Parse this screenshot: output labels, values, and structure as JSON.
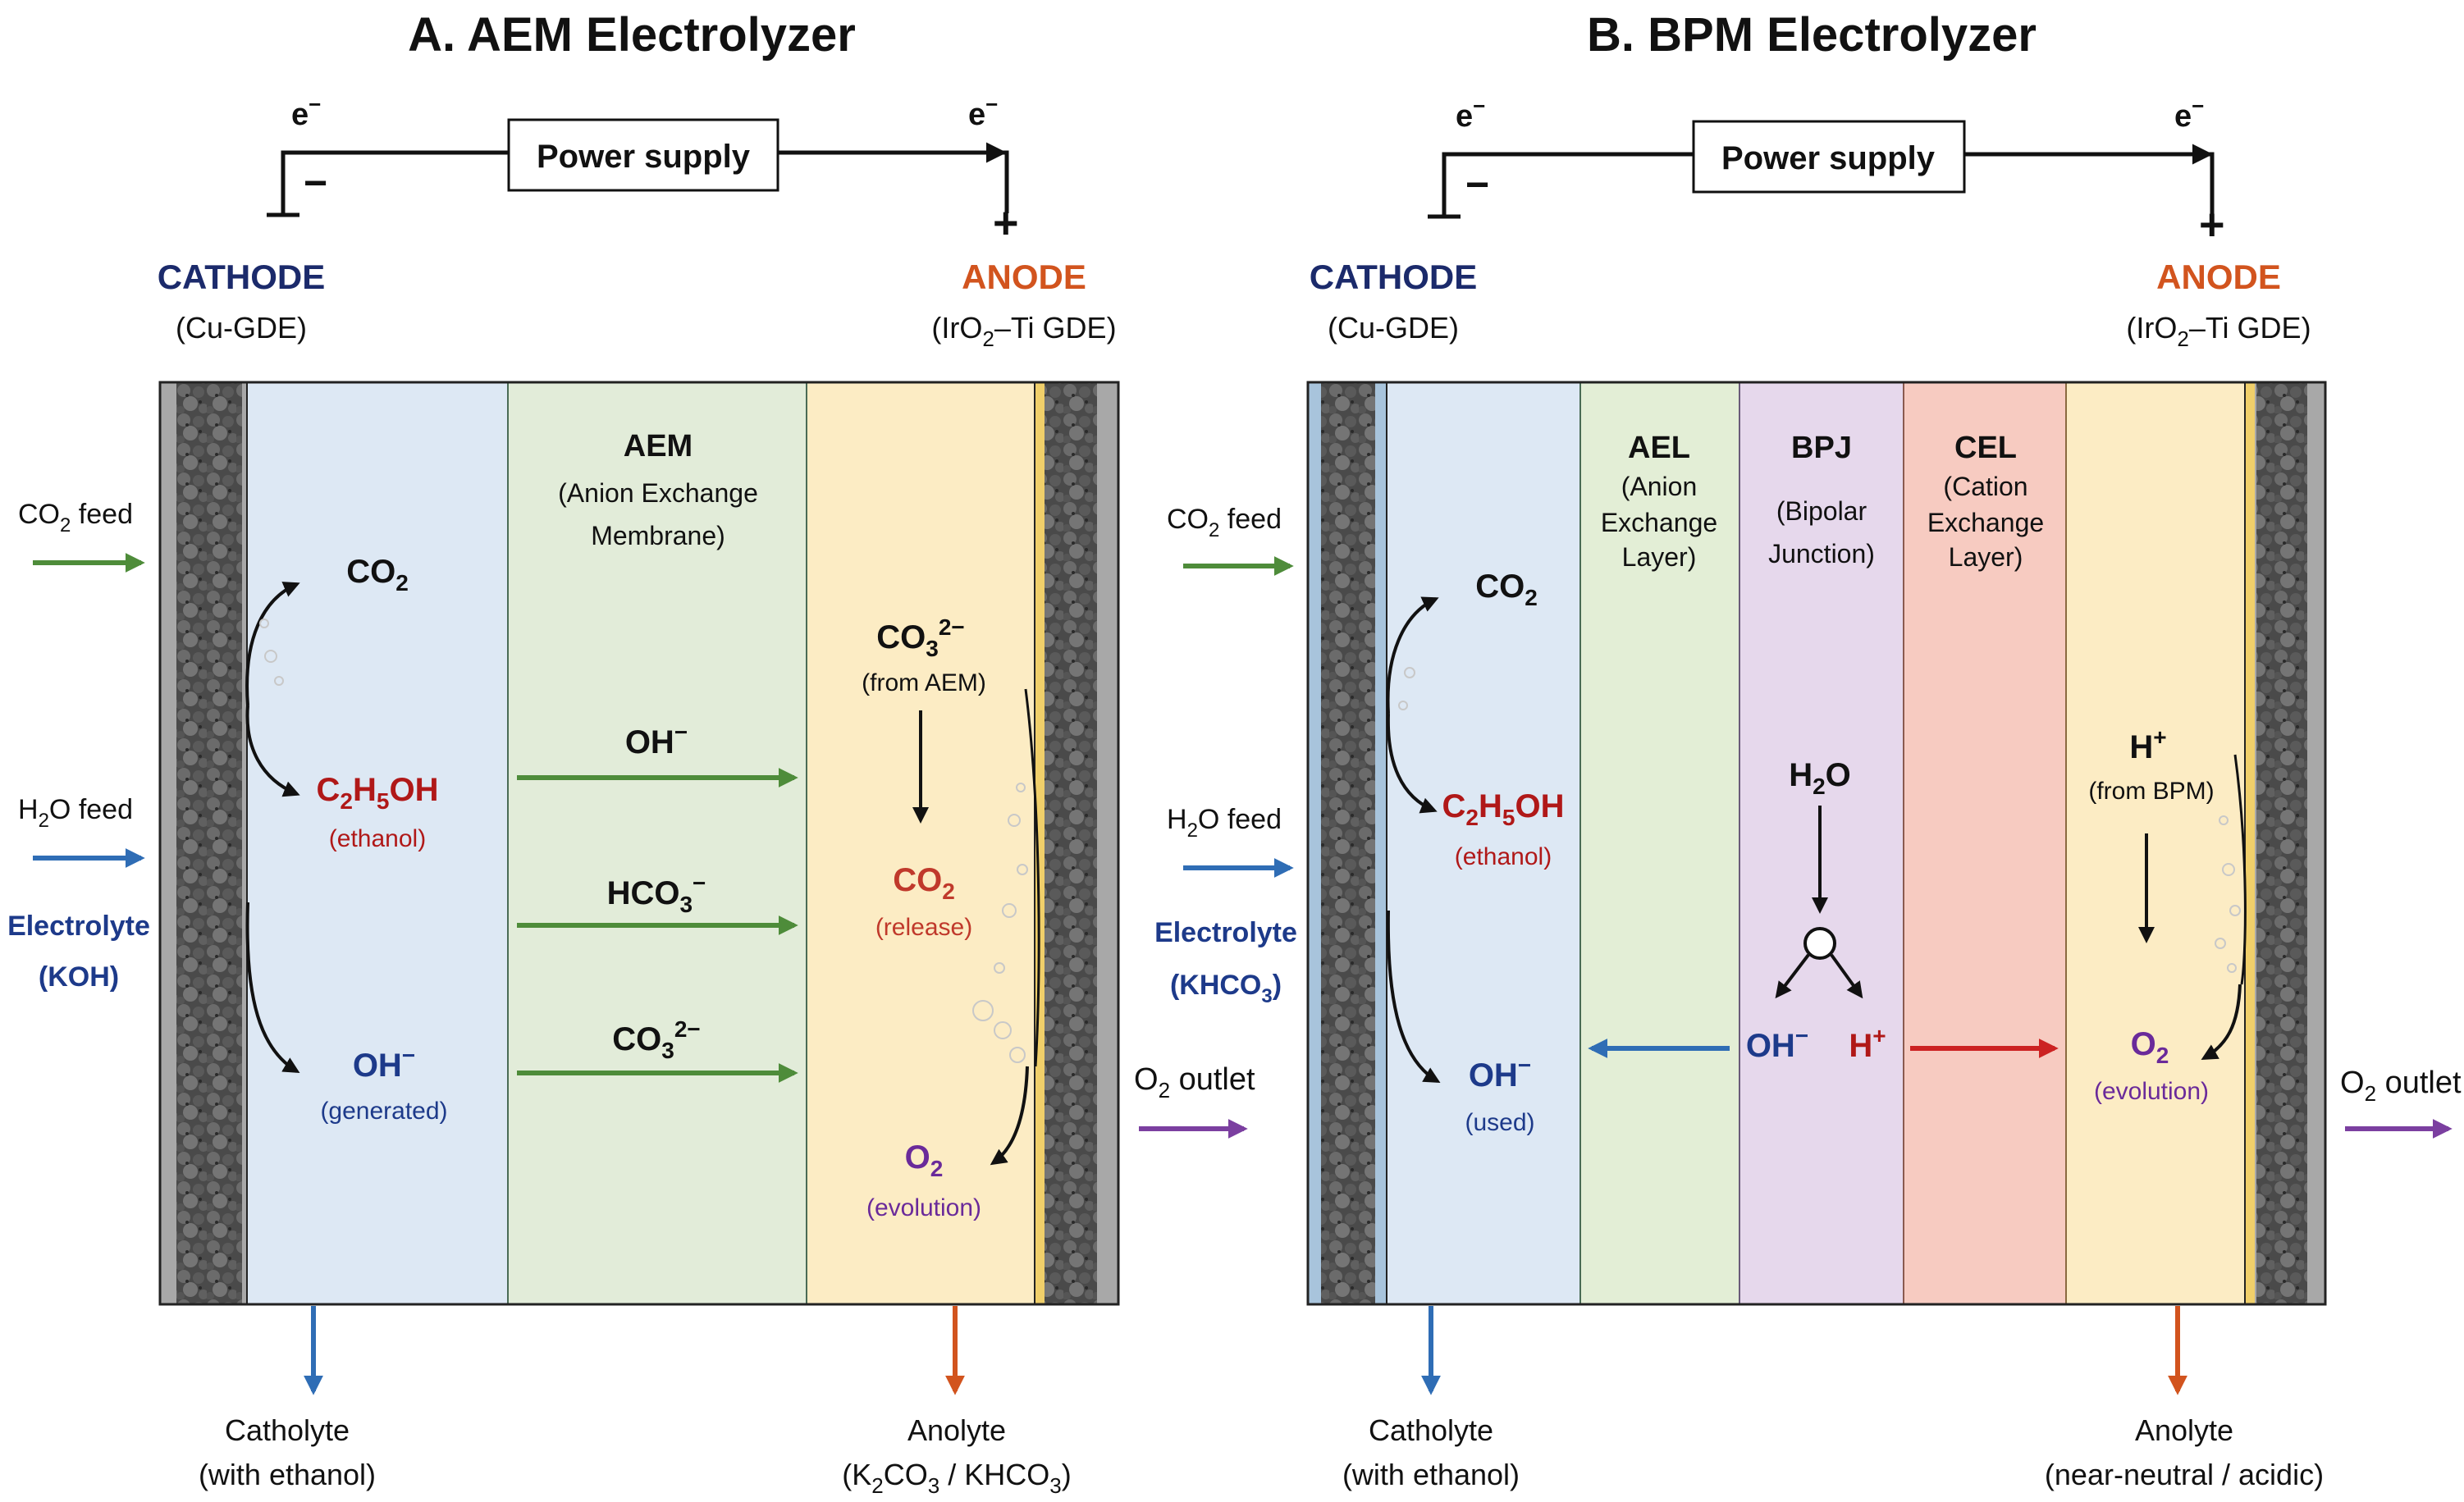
{
  "panel_a": {
    "title": "A. AEM Electrolyzer",
    "electron_left": "e",
    "electron_right": "e",
    "electron_sup": "−",
    "power_supply": "Power supply",
    "minus": "−",
    "plus": "+",
    "cathode": "CATHODE",
    "cathode_sub": "(Cu-GDE)",
    "anode": "ANODE",
    "anode_sub_pre": "(IrO",
    "anode_sub_sub": "2",
    "anode_sub_post": "–Ti GDE)",
    "co2_feed_pre": "CO",
    "co2_feed_sub": "2",
    "co2_feed_post": " feed",
    "h2o_feed_pre": "H",
    "h2o_feed_sub": "2",
    "h2o_feed_post": "O feed",
    "electrolyte": "Electrolyte",
    "electrolyte_sub": "(KOH)",
    "co2_pre": "CO",
    "co2_sub": "2",
    "ethanol_c": "C",
    "ethanol_2": "2",
    "ethanol_h": "H",
    "ethanol_5": "5",
    "ethanol_oh": "OH",
    "ethanol_label": "(ethanol)",
    "oh_gen": "OH",
    "oh_gen_sup": "−",
    "oh_gen_label": "(generated)",
    "membrane_name": "AEM",
    "membrane_line1": "(Anion Exchange",
    "membrane_line2": "Membrane)",
    "ion_oh": "OH",
    "ion_oh_sup": "−",
    "ion_hco3_pre": "HCO",
    "ion_hco3_sub": "3",
    "ion_hco3_sup": "−",
    "ion_co3_pre": "CO",
    "ion_co3_sub": "3",
    "ion_co3_sup": "2−",
    "an_co3_pre": "CO",
    "an_co3_sub": "3",
    "an_co3_sup": "2−",
    "an_co3_label": "(from AEM)",
    "an_co2_pre": "CO",
    "an_co2_sub": "2",
    "an_co2_label": "(release)",
    "an_o2_pre": "O",
    "an_o2_sub": "2",
    "an_o2_label": "(evolution)",
    "catholyte": "Catholyte",
    "catholyte_sub": "(with ethanol)",
    "anolyte": "Anolyte",
    "anolyte_sub_a": "(K",
    "anolyte_sub_2": "2",
    "anolyte_sub_b": "CO",
    "anolyte_sub_3": "3",
    "anolyte_sub_c": " / KHCO",
    "anolyte_sub_4": "3",
    "anolyte_sub_d": ")",
    "o2_outlet_pre": "O",
    "o2_outlet_sub": "2",
    "o2_outlet_post": " outlet"
  },
  "panel_b": {
    "title": "B. BPM Electrolyzer",
    "electron_left": "e",
    "electron_right": "e",
    "electron_sup": "−",
    "power_supply": "Power supply",
    "minus": "−",
    "plus": "+",
    "cathode": "CATHODE",
    "cathode_sub": "(Cu-GDE)",
    "anode": "ANODE",
    "anode_sub_pre": "(IrO",
    "anode_sub_sub": "2",
    "anode_sub_post": "–Ti GDE)",
    "co2_feed_pre": "CO",
    "co2_feed_sub": "2",
    "co2_feed_post": " feed",
    "h2o_feed_pre": "H",
    "h2o_feed_sub": "2",
    "h2o_feed_post": "O feed",
    "electrolyte": "Electrolyte",
    "electrolyte_sub_pre": "(KHCO",
    "electrolyte_sub_sub": "3",
    "electrolyte_sub_post": ")",
    "co2_pre": "CO",
    "co2_sub": "2",
    "ethanol_c": "C",
    "ethanol_2": "2",
    "ethanol_h": "H",
    "ethanol_5": "5",
    "ethanol_oh": "OH",
    "ethanol_label": "(ethanol)",
    "oh_used": "OH",
    "oh_used_sup": "−",
    "oh_used_label": "(used)",
    "ael": "AEL",
    "ael_l1": "(Anion",
    "ael_l2": "Exchange",
    "ael_l3": "Layer)",
    "bpj": "BPJ",
    "bpj_l1": "(Bipolar",
    "bpj_l2": "Junction)",
    "cel": "CEL",
    "cel_l1": "(Cation",
    "cel_l2": "Exchange",
    "cel_l3": "Layer)",
    "h2o_pre": "H",
    "h2o_sub": "2",
    "h2o_post": "O",
    "split_oh": "OH",
    "split_oh_sup": "−",
    "split_h": "H",
    "split_h_sup": "+",
    "an_h": "H",
    "an_h_sup": "+",
    "an_h_label": "(from BPM)",
    "an_o2_pre": "O",
    "an_o2_sub": "2",
    "an_o2_label": "(evolution)",
    "catholyte": "Catholyte",
    "catholyte_sub": "(with ethanol)",
    "anolyte": "Anolyte",
    "anolyte_sub": "(near-neutral / acidic)",
    "o2_outlet_pre": "O",
    "o2_outlet_sub": "2",
    "o2_outlet_post": " outlet"
  },
  "colors": {
    "cathode_zone": "#dde8f4",
    "membrane_zone": "#e2ecd9",
    "anode_zone": "#fcecc4",
    "ael_zone": "#e3eed6",
    "bpj_zone": "#e6d8ec",
    "cel_zone": "#f7cbc1",
    "green_arrow": "#4e8c3a",
    "blue_arrow": "#2f6db5",
    "purple_arrow": "#7b3fa0",
    "red_arrow": "#cc2222",
    "orange_arrow": "#d2541e"
  }
}
